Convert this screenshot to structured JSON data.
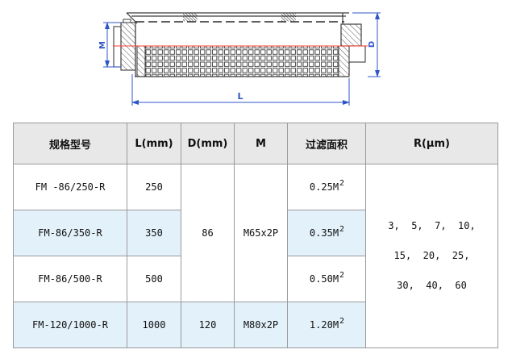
{
  "drawing": {
    "dim_m_label": "M",
    "dim_d_label": "D",
    "dim_l_label": "L",
    "dim_color": "#2f55c8",
    "centerline_color": "#ff3b30"
  },
  "table": {
    "headers": [
      "规格型号",
      "L(mm)",
      "D(mm)",
      "M",
      "过滤面积",
      "R(μm)"
    ],
    "rows": [
      {
        "model": "FM -86/250-R",
        "l": "250",
        "area_base": "0.25M",
        "area_sup": "2"
      },
      {
        "model": "FM-86/350-R",
        "l": "350",
        "area_base": "0.35M",
        "area_sup": "2"
      },
      {
        "model": "FM-86/500-R",
        "l": "500",
        "area_base": "0.50M",
        "area_sup": "2"
      },
      {
        "model": "FM-120/1000-R",
        "l": "1000",
        "d": "120",
        "m": "M80x2P",
        "area_base": "1.20M",
        "area_sup": "2"
      }
    ],
    "merged": {
      "d_shared": "86",
      "m_shared": "M65x2P"
    },
    "r_lines": [
      "3,  5,  7,  10,",
      "15,  20,  25,",
      "30,  40,  60"
    ],
    "colors": {
      "header_bg": "#e8e8e8",
      "row_alt_bg": "#e3f1fb",
      "border": "#9a9a9a"
    }
  }
}
